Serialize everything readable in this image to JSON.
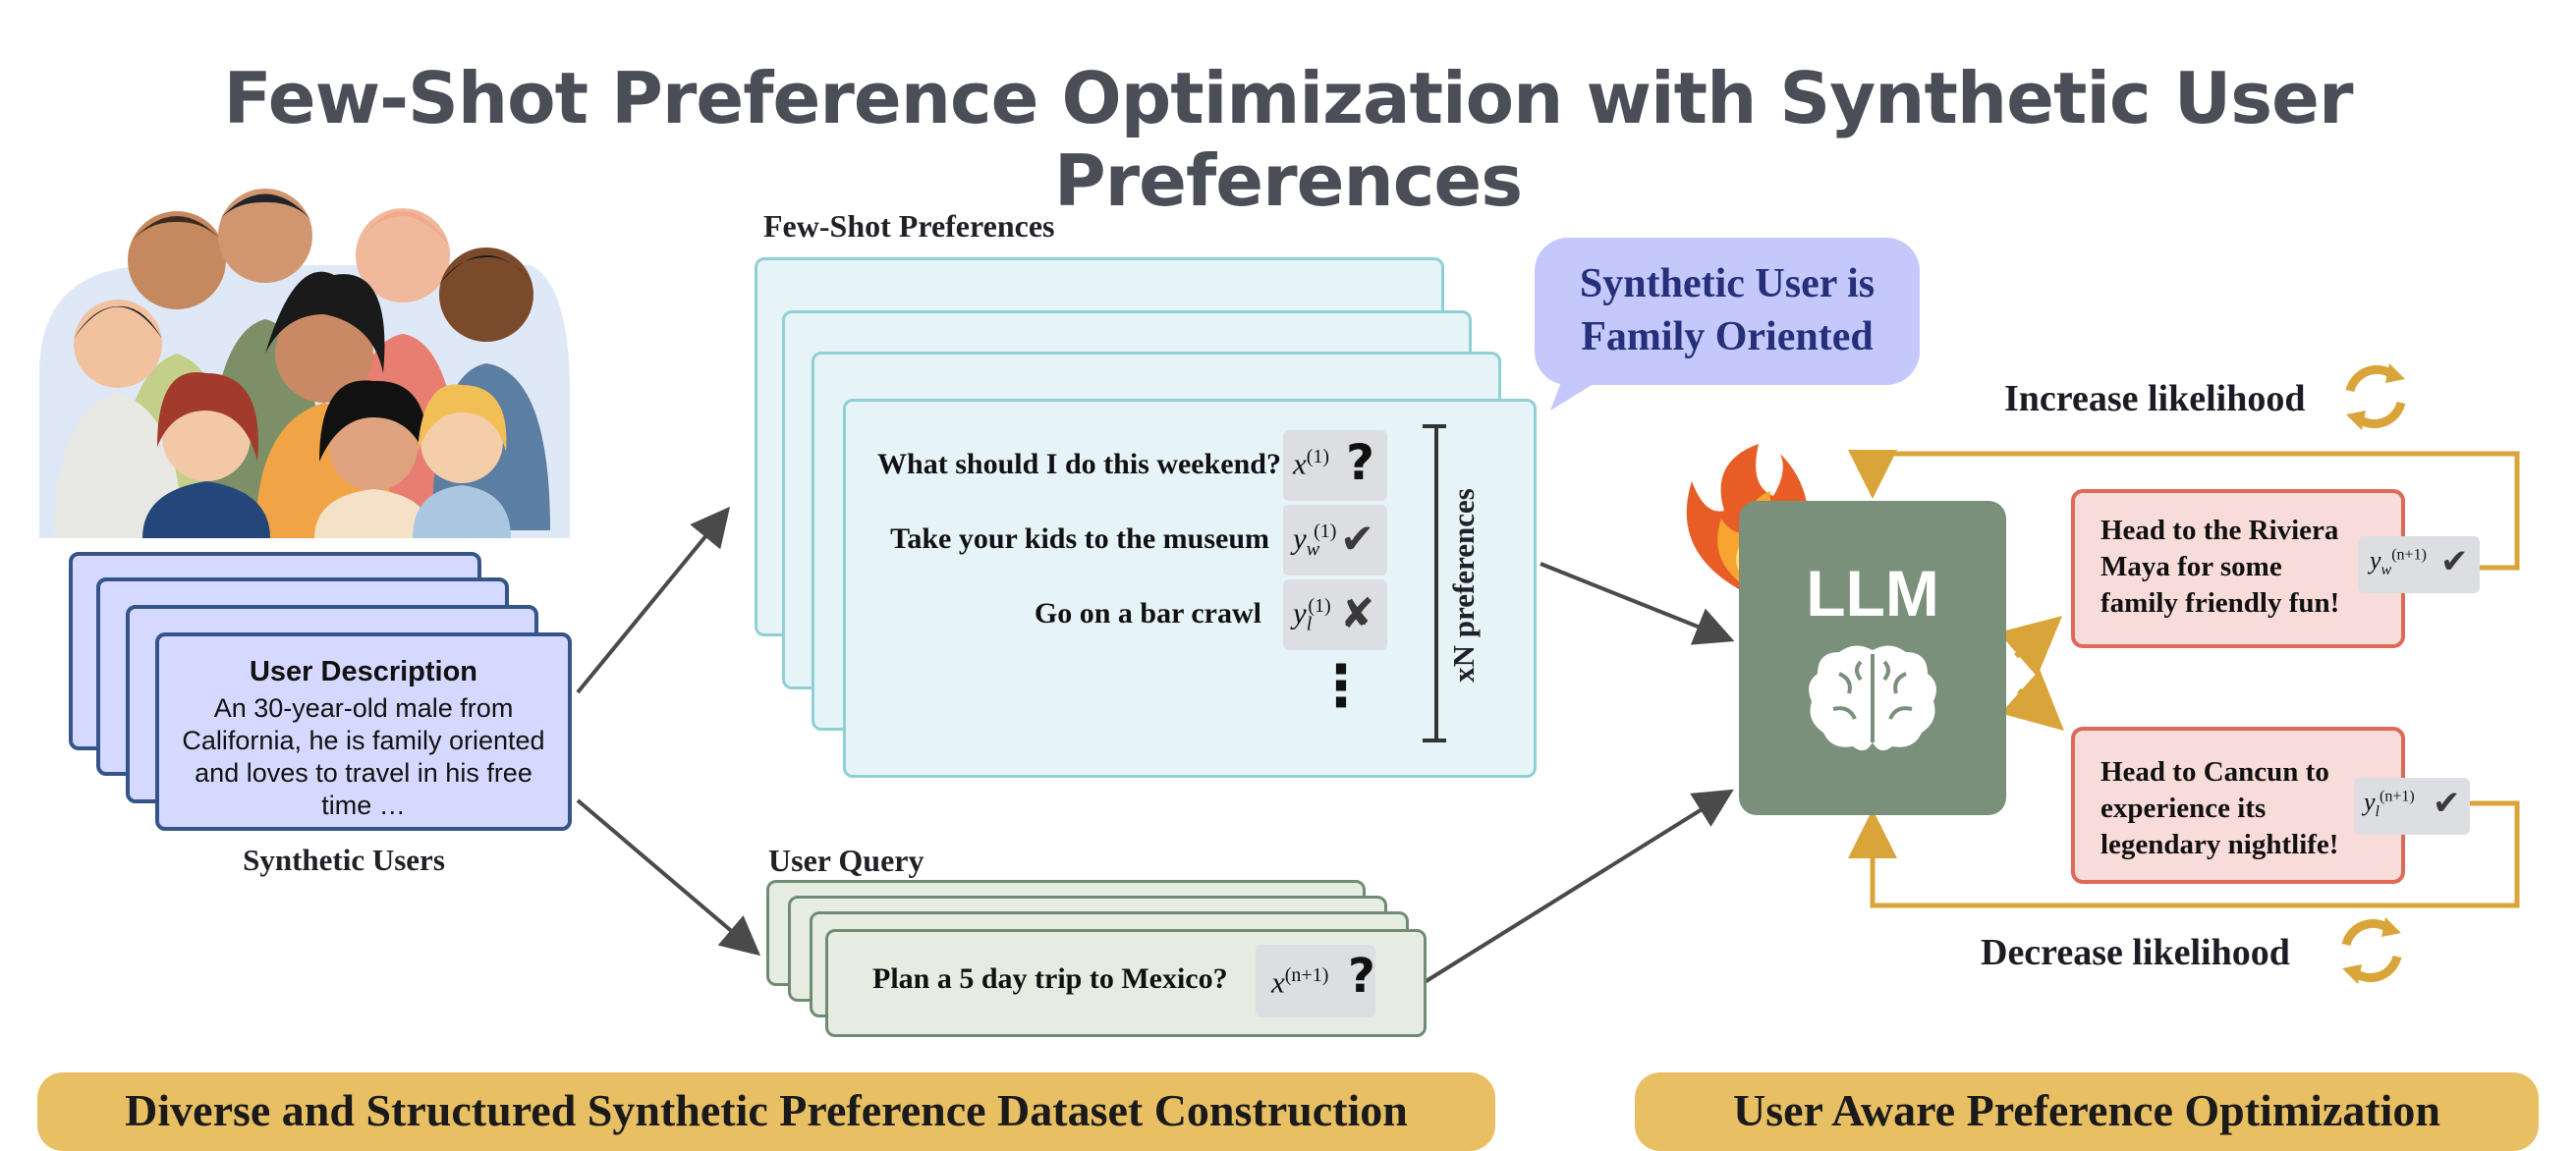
{
  "title": "Few-Shot Preference Optimization with Synthetic User Preferences",
  "users": {
    "desc_title": "User Description",
    "desc_text": "An 30-year-old male from California, he is family oriented and loves to travel in his free time …",
    "caption": "Synthetic Users"
  },
  "few_shot": {
    "label": "Few-Shot Preferences",
    "rows": [
      {
        "text": "What should I do this weekend?",
        "var": "x",
        "sub": "",
        "sup": "(1)",
        "mark": "?"
      },
      {
        "text": "Take your kids to the museum",
        "var": "y",
        "sub": "w",
        "sup": "(1)",
        "mark": "✔"
      },
      {
        "text": "Go on a bar crawl",
        "var": "y",
        "sub": "l",
        "sup": "(1)",
        "mark": "✘"
      }
    ],
    "ellipsis": "⋮",
    "count_label": "xN preferences"
  },
  "query": {
    "label": "User Query",
    "text": "Plan a 5 day trip to Mexico?",
    "var": "x",
    "sup": "(n+1)",
    "mark": "?"
  },
  "bubble": {
    "line1": "Synthetic User is",
    "line2": "Family Oriented"
  },
  "llm": {
    "label": "LLM",
    "icons": [
      "fire-icon",
      "brain-icon"
    ]
  },
  "responses": {
    "chosen": {
      "lines": [
        "Head to the Riviera",
        "Maya for some",
        "family friendly fun!"
      ],
      "var": "y",
      "sub": "w",
      "sup": "(n+1)",
      "mark": "✔"
    },
    "rejected": {
      "lines": [
        "Head to Cancun to",
        "experience its",
        "legendary nightlife!"
      ],
      "var": "y",
      "sub": "l",
      "sup": "(n+1)",
      "mark": "✔"
    }
  },
  "increase_label": "Increase likelihood",
  "decrease_label": "Decrease likelihood",
  "banners": {
    "left": "Diverse and Structured Synthetic Preference Dataset Construction",
    "right": "User Aware Preference Optimization"
  },
  "colors": {
    "title": "#4b4e56",
    "user_card": "#d5d9ff",
    "few_shot_card": "#e6f4f7",
    "query_card": "#e6ece2",
    "llm": "#7a907a",
    "response_card": "#f8dcda",
    "banner": "#e8c063",
    "loop_arrow": "#d9a53a"
  }
}
